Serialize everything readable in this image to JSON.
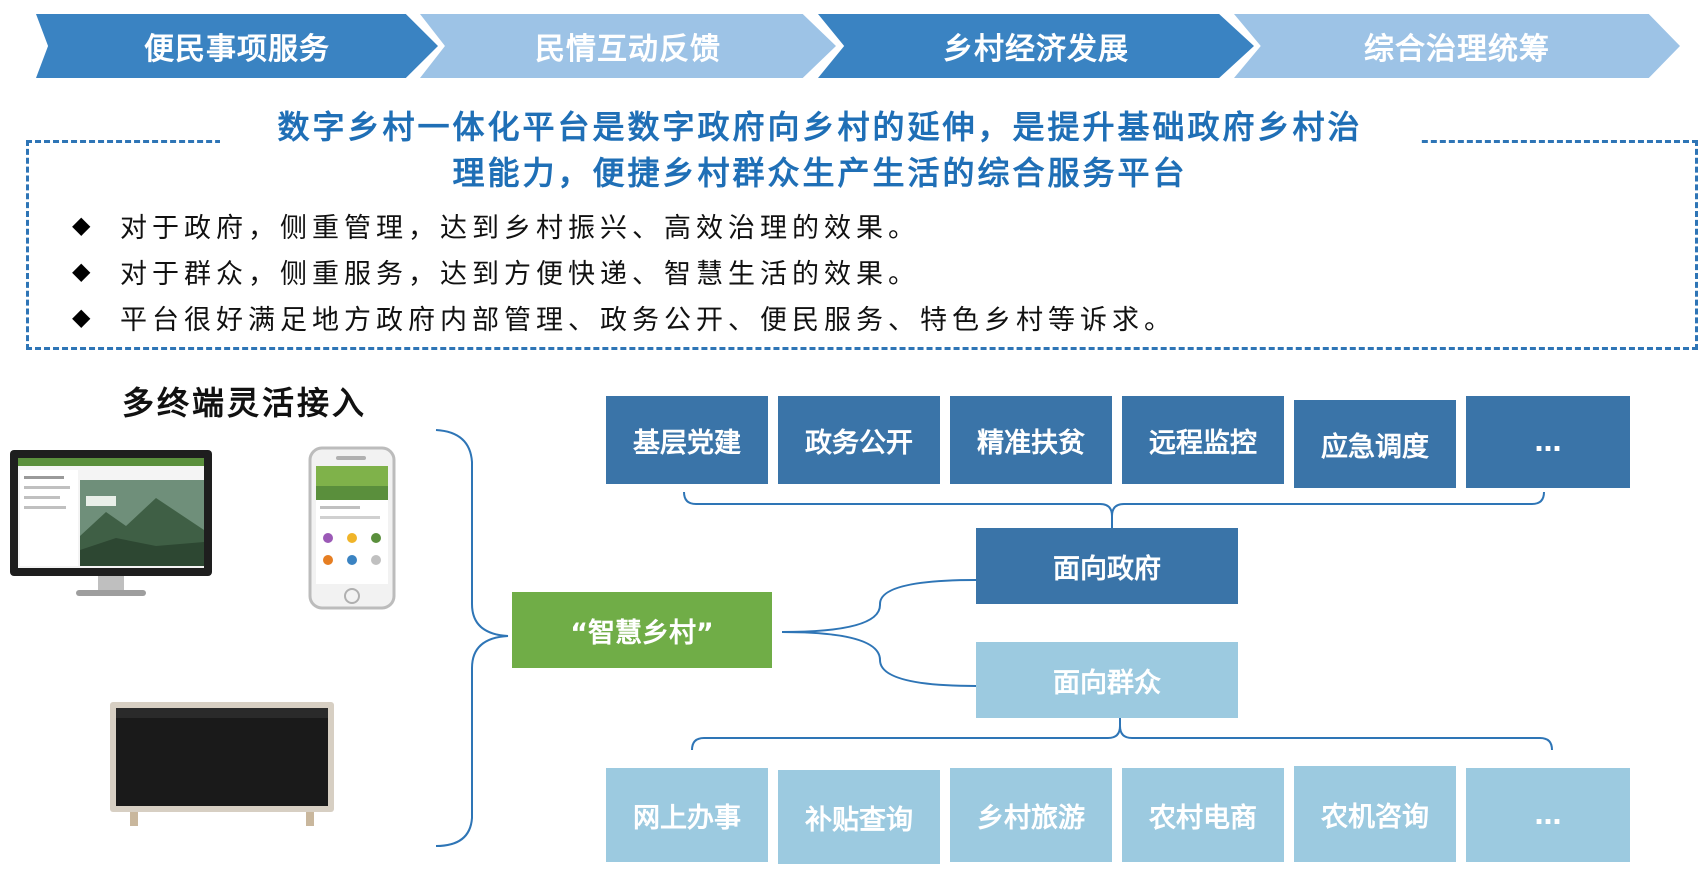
{
  "banner": {
    "items": [
      {
        "label": "便民事项服务",
        "tone": "dark"
      },
      {
        "label": "民情互动反馈",
        "tone": "light"
      },
      {
        "label": "乡村经济发展",
        "tone": "dark"
      },
      {
        "label": "综合治理统筹",
        "tone": "light"
      }
    ]
  },
  "summary": {
    "headline_line1": "数字乡村一体化平台是数字政府向乡村的延伸，是提升基础政府乡村治",
    "headline_line2": "理能力，便捷乡村群众生产生活的综合服务平台",
    "bullets": [
      "对于政府，侧重管理，达到乡村振兴、高效治理的效果。",
      "对于群众，侧重服务，达到方便快递、智慧生活的效果。",
      "平台很好满足地方政府内部管理、政务公开、便民服务、特色乡村等诉求。"
    ]
  },
  "access": {
    "title": "多终端灵活接入"
  },
  "diagram": {
    "center": "“智慧乡村”",
    "gov_label": "面向政府",
    "people_label": "面向群众",
    "gov_items": [
      "基层党建",
      "政务公开",
      "精准扶贫",
      "远程监控",
      "应急调度",
      "…"
    ],
    "people_items": [
      "网上办事",
      "补贴查询",
      "乡村旅游",
      "农村电商",
      "农机咨询",
      "…"
    ]
  },
  "colors": {
    "banner_dark": "#3a83c2",
    "banner_light": "#9dc3e6",
    "headline": "#1f6fb6",
    "gov_box": "#3a74a8",
    "people_box": "#9ccae0",
    "center_box": "#70ad47",
    "connector": "#2e75b6"
  }
}
